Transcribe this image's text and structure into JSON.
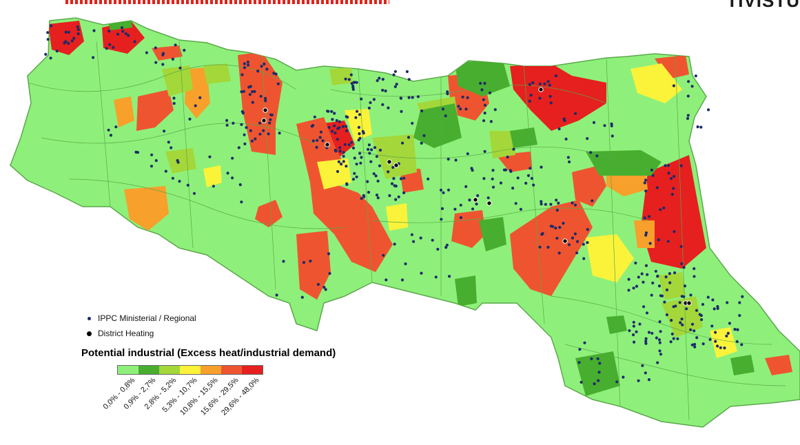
{
  "header": {
    "corner_text": "TIVISTU"
  },
  "legend": {
    "items": [
      {
        "label": "IPPC Ministerial / Regional",
        "marker": "small-navy-dot",
        "color": "#1b2a6b"
      },
      {
        "label": "District Heating",
        "marker": "large-black-dot",
        "color": "#000000"
      }
    ],
    "title": "Potential industrial (Excess heat/industrial demand)",
    "classes": [
      {
        "label": "0,0% - 0,8%",
        "color": "#8ef07a"
      },
      {
        "label": "0,9% - 2,7%",
        "color": "#47ae2f"
      },
      {
        "label": "2,8% - 5,2%",
        "color": "#a4d73a"
      },
      {
        "label": "5,3% - 10,7%",
        "color": "#fbf33a"
      },
      {
        "label": "10,8% - 15,5%",
        "color": "#f7a02b"
      },
      {
        "label": "15,6% - 29,5%",
        "color": "#ef5430"
      },
      {
        "label": "29,6% - 48,0%",
        "color": "#e5201f"
      }
    ]
  },
  "map": {
    "base_color": "#8ef07a",
    "border_color": "#6fbf5e"
  }
}
